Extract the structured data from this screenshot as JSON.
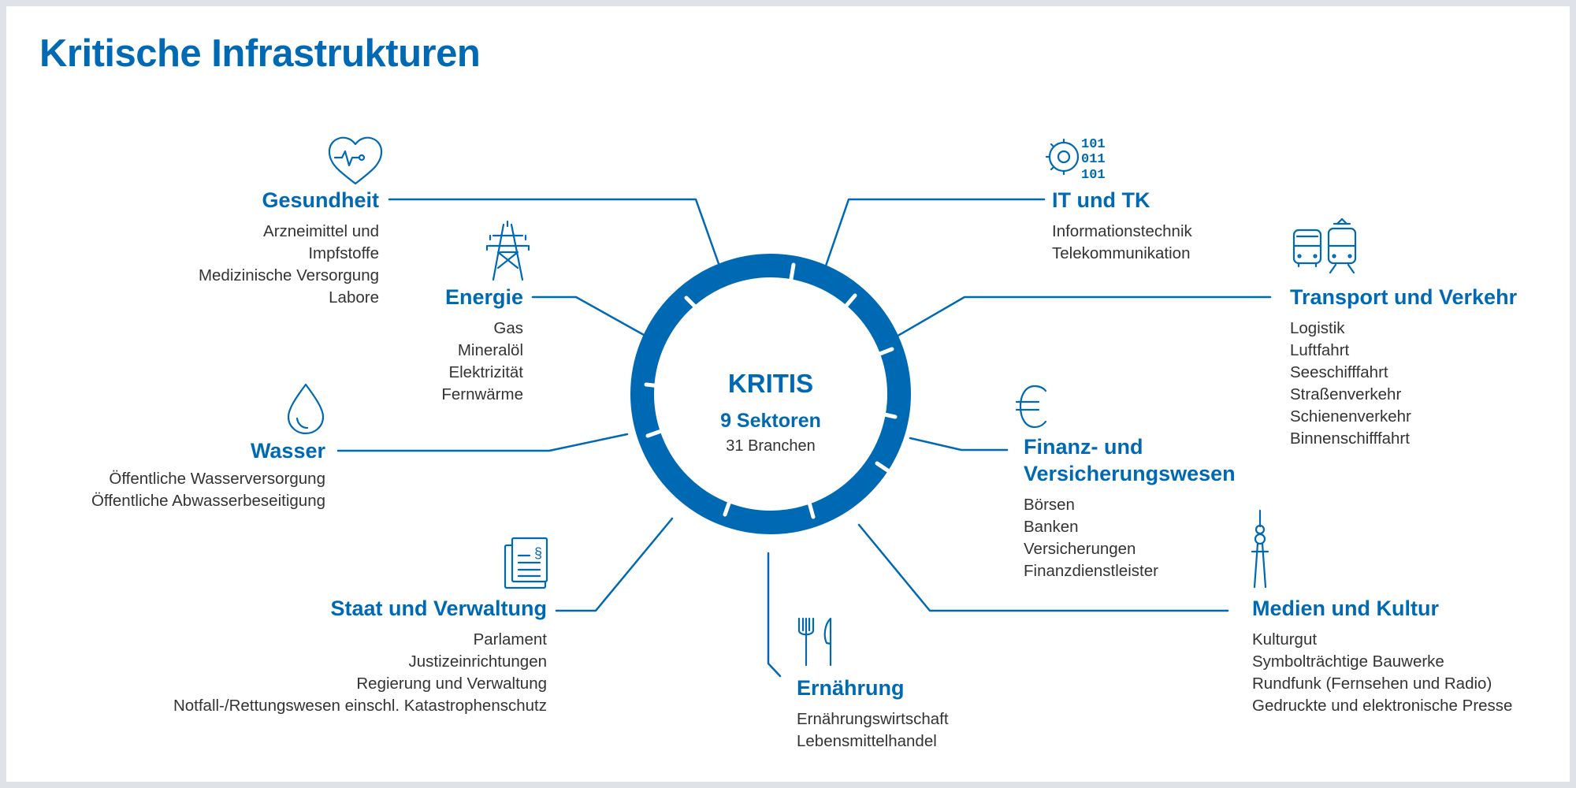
{
  "page": {
    "title": "Kritische Infrastrukturen",
    "accent_color": "#0069b4",
    "text_color": "#333333",
    "background": "#ffffff"
  },
  "hub": {
    "title": "KRITIS",
    "sectors_label": "9 Sektoren",
    "branches_label": "31 Branchen"
  },
  "sectors": [
    {
      "id": "gesundheit",
      "icon": "heart-pulse-icon",
      "name": "Gesundheit",
      "branches": [
        "Arzneimittel und",
        "Impfstoffe",
        "Medizinische Versorgung",
        "Labore"
      ]
    },
    {
      "id": "energie",
      "icon": "power-pylon-icon",
      "name": "Energie",
      "branches": [
        "Gas",
        "Mineralöl",
        "Elektrizität",
        "Fernwärme"
      ]
    },
    {
      "id": "wasser",
      "icon": "water-drop-icon",
      "name": "Wasser",
      "branches": [
        "Öffentliche Wasserversorgung",
        "Öffentliche Abwasserbeseitigung"
      ]
    },
    {
      "id": "staat",
      "icon": "legal-document-icon",
      "name": "Staat und Verwaltung",
      "branches": [
        "Parlament",
        "Justizeinrichtungen",
        "Regierung und Verwaltung",
        "Notfall-/Rettungswesen einschl. Katastrophenschutz"
      ]
    },
    {
      "id": "ernaehrung",
      "icon": "fork-knife-icon",
      "name": "Ernährung",
      "branches": [
        "Ernährungswirtschaft",
        "Lebensmittelhandel"
      ]
    },
    {
      "id": "it",
      "icon": "gear-binary-icon",
      "name": "IT und TK",
      "branches": [
        "Informationstechnik",
        "Telekommunikation"
      ]
    },
    {
      "id": "transport",
      "icon": "bus-tram-icon",
      "name": "Transport und Verkehr",
      "branches": [
        "Logistik",
        "Luftfahrt",
        "Seeschifffahrt",
        "Straßenverkehr",
        "Schienenverkehr",
        "Binnenschifffahrt"
      ]
    },
    {
      "id": "finanz",
      "icon": "euro-icon",
      "name": [
        "Finanz- und",
        "Versicherungswesen"
      ],
      "branches": [
        "Börsen",
        "Banken",
        "Versicherungen",
        "Finanzdienstleister"
      ]
    },
    {
      "id": "medien",
      "icon": "tv-tower-icon",
      "name": "Medien und Kultur",
      "branches": [
        "Kulturgut",
        "Symbolträchtige Bauwerke",
        "Rundfunk (Fernsehen und Radio)",
        "Gedruckte und elektronische Presse"
      ]
    }
  ]
}
